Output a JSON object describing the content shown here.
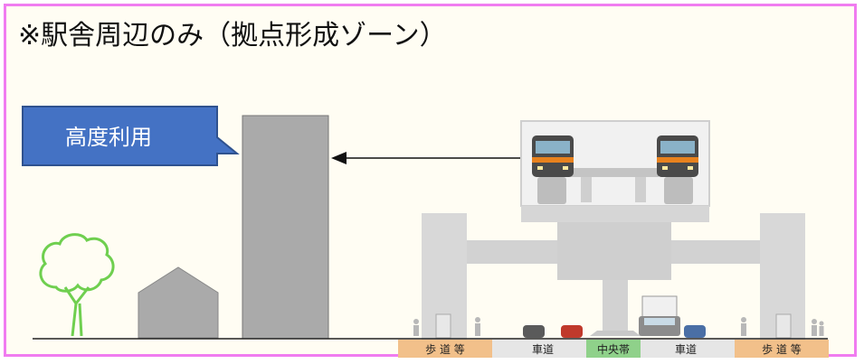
{
  "title": "※駅舎周辺のみ（拠点形成ゾーン）",
  "callout": {
    "label": "高度利用"
  },
  "zones": {
    "sidewalk_left": "歩 道 等",
    "road_left": "車道",
    "median": "中央帯",
    "road_right": "車道",
    "sidewalk_right": "歩 道 等"
  },
  "colors": {
    "frame": "#f07cf0",
    "callout_fill": "#4472c4",
    "tree": "#6fcf4f",
    "building": "#aaaaaa",
    "sidewalk": "#f2c08a",
    "median": "#8fd18a",
    "train_body": "#4a4a4a",
    "train_stripe": "#e8821e"
  }
}
